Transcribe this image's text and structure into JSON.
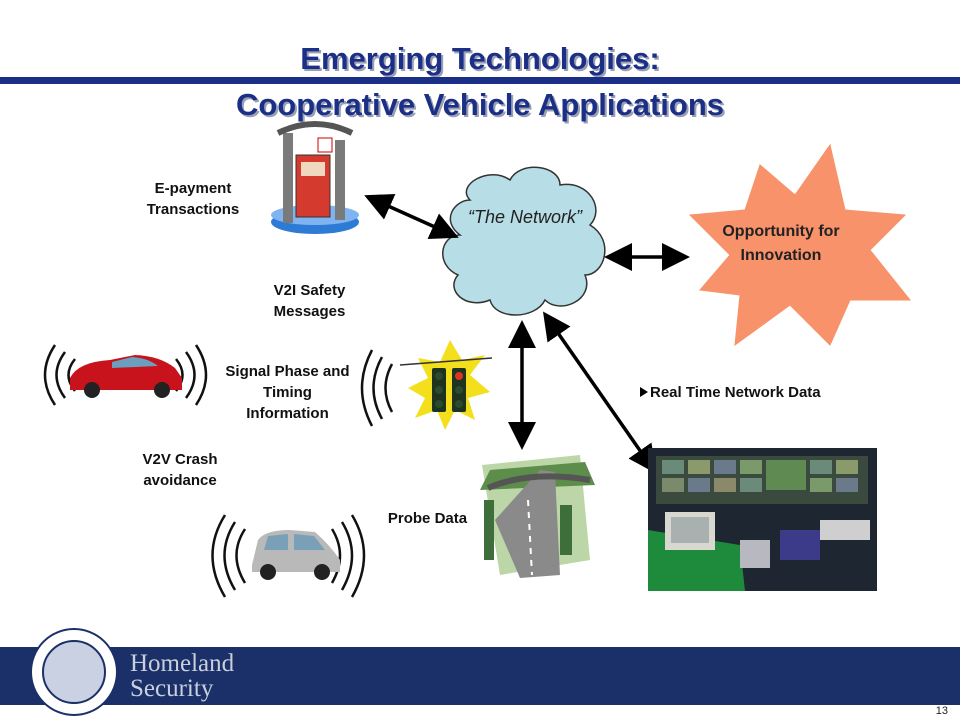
{
  "slide": {
    "title_line1": "Emerging Technologies:",
    "title_line2": "Cooperative Vehicle Applications",
    "page_number": "13"
  },
  "diagram": {
    "network_label": "“The Network”",
    "opportunity_label": "Opportunity for Innovation",
    "epayment_label": "E-payment Transactions",
    "v2i_label": "V2I Safety Messages",
    "signal_label": "Signal Phase and Timing Information",
    "v2v_label": "V2V Crash avoidance",
    "probe_label": "Probe Data",
    "realtime_label": "Real Time Network Data"
  },
  "footer": {
    "org_line1": "Homeland",
    "org_line2": "Security"
  },
  "colors": {
    "title_blue": "#1c2f86",
    "footer_navy": "#1b3068",
    "cloud_fill": "#b7dde6",
    "starburst_fill": "#f7926a"
  }
}
